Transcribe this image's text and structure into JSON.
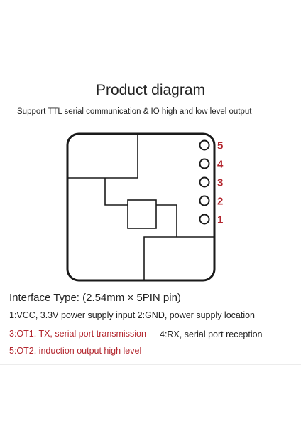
{
  "title": "Product diagram",
  "subtitle": "Support TTL serial communication & IO high and low level output",
  "pins": [
    {
      "label": "5"
    },
    {
      "label": "4"
    },
    {
      "label": "3"
    },
    {
      "label": "2"
    },
    {
      "label": "1"
    }
  ],
  "colors": {
    "pin_label": "#b3262e",
    "outline": "#1a1a1a",
    "text": "#222222",
    "red_text": "#b3262e"
  },
  "interface": {
    "type_label": "Interface Type: (2.54mm × 5PIN pin)",
    "line1": "1:VCC, 3.3V power supply input 2:GND, power supply location",
    "line3": "3:OT1, TX, serial port transmission",
    "line4": "4:RX, serial port reception",
    "line5": "5:OT2, induction output high level"
  }
}
